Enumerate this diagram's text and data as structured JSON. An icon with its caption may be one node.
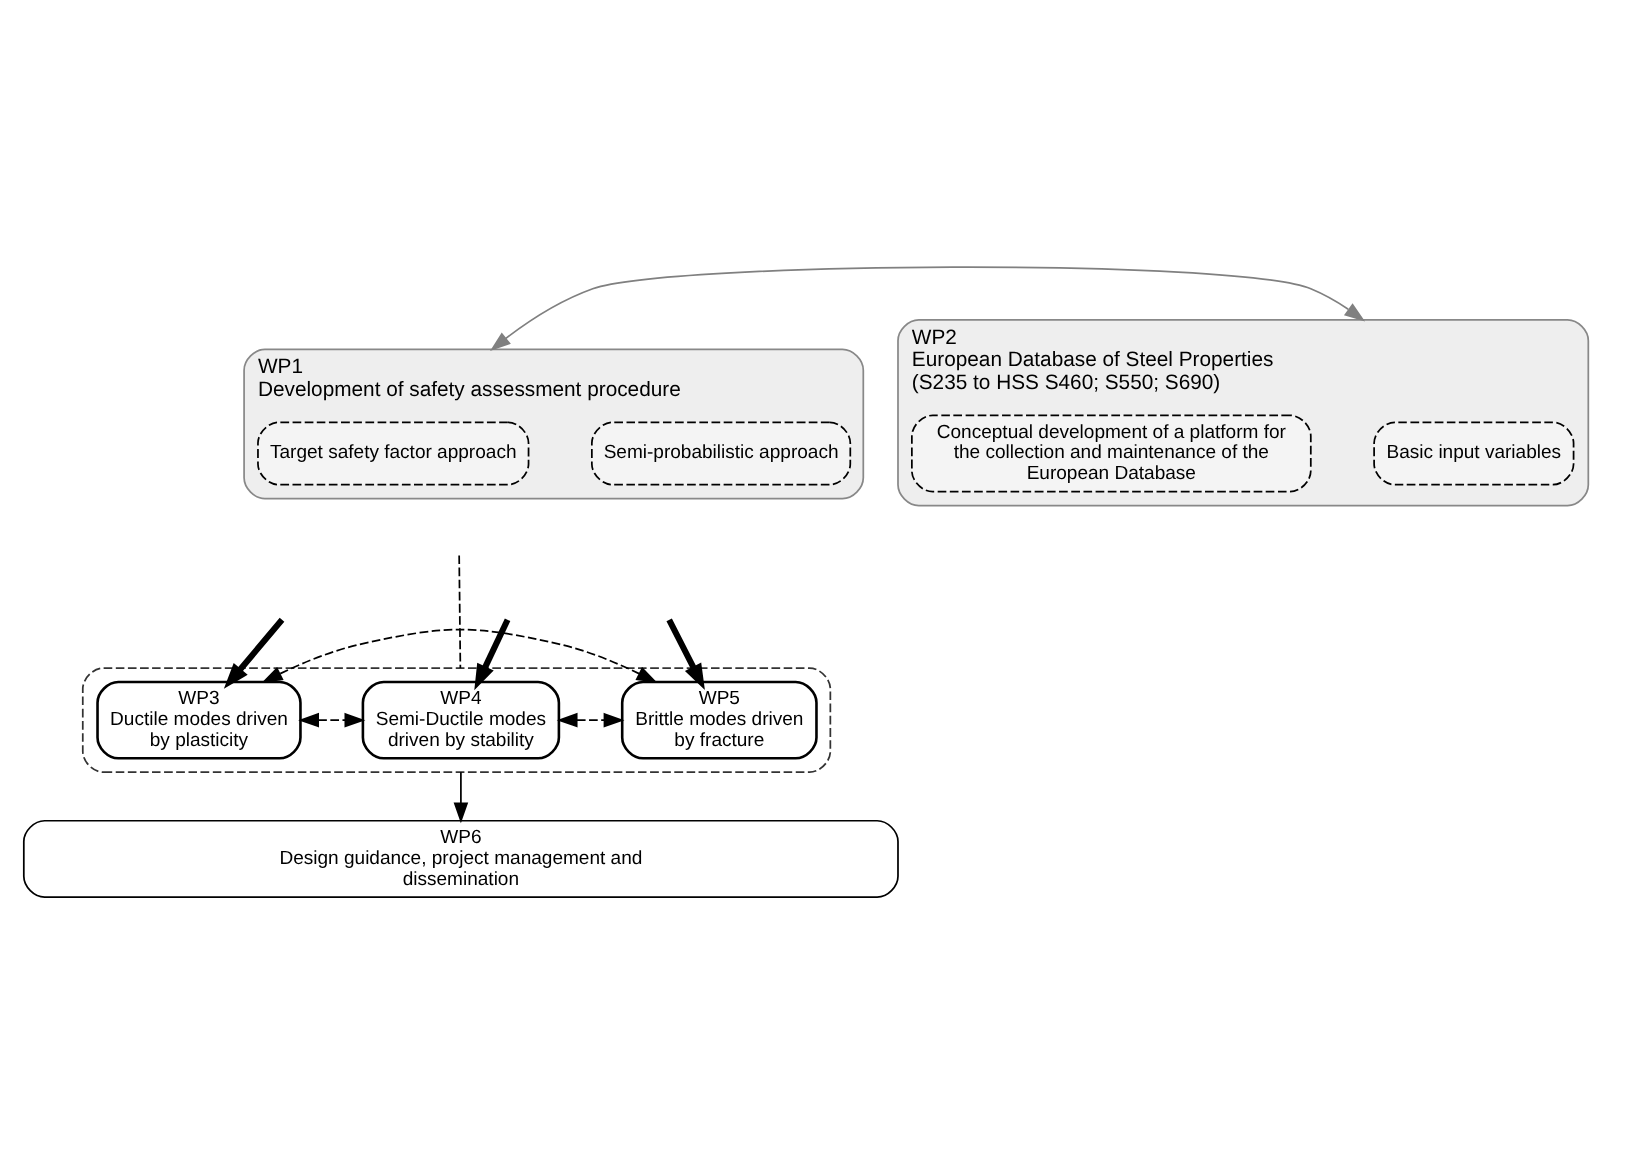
{
  "diagram": {
    "nodes": [
      {
        "text": [
          "WP1",
          "Development of safety assessment procedure"
        ]
      },
      {
        "text": [
          "Semi-probabilistic approach"
        ],
        "in": 0
      },
      {
        "text": [
          "Target safety factor approach"
        ],
        "in": 0
      },
      {
        "text": [
          "WP2",
          "European Database of Steel Properties (S235 to HSS S460; S550; S690)"
        ]
      },
      {
        "text": [
          "Basic input variables"
        ],
        "in": 3
      },
      {
        "text": [
          "Conceptual development of a platform for the collection and maintenance of the European Database"
        ],
        "in": 3
      },
      {
        "text": [],
        "shape": "box"
      },
      {
        "text": [
          "WP3",
          "Ductile modes driven by plasticity"
        ],
        "in": 6
      },
      {
        "text": [
          "WP4",
          "Semi-Ductile modes driven by stability"
        ],
        "in": 6
      },
      {
        "text": [
          "WP5",
          "Brittle modes driven by fracture"
        ],
        "in": 6
      },
      {
        "text": [
          "WP6",
          "Design guidance, project management and dissemination"
        ]
      }
    ],
    "edges": [
      {
        "from": 0,
        "to": 3,
        "arrow": "both",
        "color": "#808080"
      },
      {
        "from": null,
        "to": 6,
        "arrow": "none",
        "style": "dashed"
      },
      {
        "from": null,
        "to": 7,
        "arrow": "to",
        "style": "thick"
      },
      {
        "from": null,
        "to": 8,
        "arrow": "to",
        "style": "thick"
      },
      {
        "from": null,
        "to": 9,
        "arrow": "to",
        "style": "thick"
      },
      {
        "from": 7,
        "to": 8,
        "arrow": "both",
        "style": "dashed"
      },
      {
        "from": 8,
        "to": 9,
        "arrow": "both",
        "style": "dashed"
      },
      {
        "from": 7,
        "to": 9,
        "arrow": "both",
        "style": "dashed"
      },
      {
        "from": 6,
        "to": 10,
        "arrow": "to"
      }
    ]
  }
}
